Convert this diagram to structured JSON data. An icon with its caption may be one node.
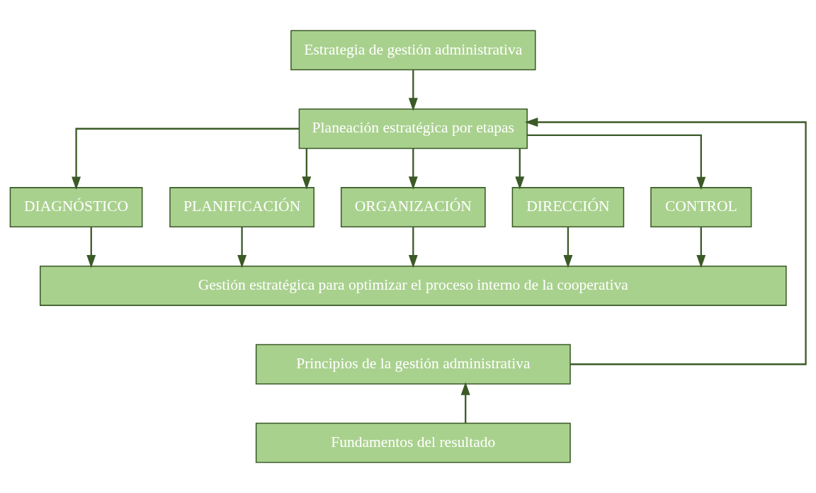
{
  "diagram": {
    "nodes": [
      {
        "text": [
          "Estrategia de gestión administrativa"
        ]
      },
      {
        "text": [
          "Planeación estratégica por etapas"
        ]
      },
      {
        "text": [
          "DIAGNÓSTICO"
        ]
      },
      {
        "text": [
          "PLANIFICACIÓN"
        ]
      },
      {
        "text": [
          "ORGANIZACIÓN"
        ]
      },
      {
        "text": [
          "DIRECCIÓN"
        ]
      },
      {
        "text": [
          "CONTROL"
        ]
      },
      {
        "text": [
          "Gestión estratégica para optimizar el proceso interno de la cooperativa"
        ]
      },
      {
        "text": [
          "Principios de la gestión administrativa"
        ]
      },
      {
        "text": [
          "Fundamentos del resultado"
        ]
      }
    ],
    "edges": [
      {
        "from": 0,
        "to": 1,
        "arrow": "to"
      },
      {
        "from": 1,
        "to": 2,
        "arrow": "to"
      },
      {
        "from": 1,
        "to": 3,
        "arrow": "to"
      },
      {
        "from": 1,
        "to": 4,
        "arrow": "to"
      },
      {
        "from": 1,
        "to": 5,
        "arrow": "to"
      },
      {
        "from": 1,
        "to": 6,
        "arrow": "to"
      },
      {
        "from": 2,
        "to": 7,
        "arrow": "to"
      },
      {
        "from": 3,
        "to": 7,
        "arrow": "to"
      },
      {
        "from": 4,
        "to": 7,
        "arrow": "to"
      },
      {
        "from": 5,
        "to": 7,
        "arrow": "to"
      },
      {
        "from": 6,
        "to": 7,
        "arrow": "to"
      },
      {
        "from": 8,
        "to": 1,
        "arrow": "to"
      },
      {
        "from": 9,
        "to": 8,
        "arrow": "to"
      }
    ]
  }
}
